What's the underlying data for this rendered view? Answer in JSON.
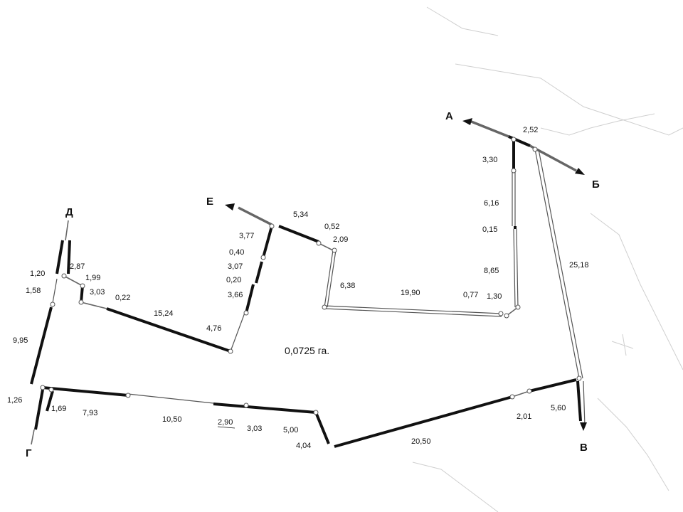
{
  "points": {
    "A": "А",
    "B": "Б",
    "V": "В",
    "G": "Г",
    "D": "Д",
    "E": "Е"
  },
  "area": "0,0725 га.",
  "dimensions": {
    "ab": "2,52",
    "a1": "3,30",
    "a2": "6,16",
    "a3": "0,15",
    "a4": "8,65",
    "a5": "1,30",
    "a6": "0,77",
    "bv": "25,18",
    "top1": "19,90",
    "top2": "6,38",
    "top3": "2,09",
    "top4": "0,52",
    "e1": "5,34",
    "e2": "3,77",
    "e3": "0,40",
    "e4": "3,07",
    "e5": "0,20",
    "e6": "3,66",
    "e7": "4,76",
    "m1": "15,24",
    "m2": "0,22",
    "m3": "3,03",
    "m4": "1,99",
    "m5": "2,87",
    "d1": "1,20",
    "d2": "1,58",
    "d3": "9,95",
    "d4": "1,26",
    "b1": "1,69",
    "b2": "7,93",
    "b3": "10,50",
    "b4": "2,90",
    "b5": "3,03",
    "b6": "5,00",
    "b7": "4,04",
    "b8": "20,50",
    "b9": "2,01",
    "b10": "5,60"
  }
}
